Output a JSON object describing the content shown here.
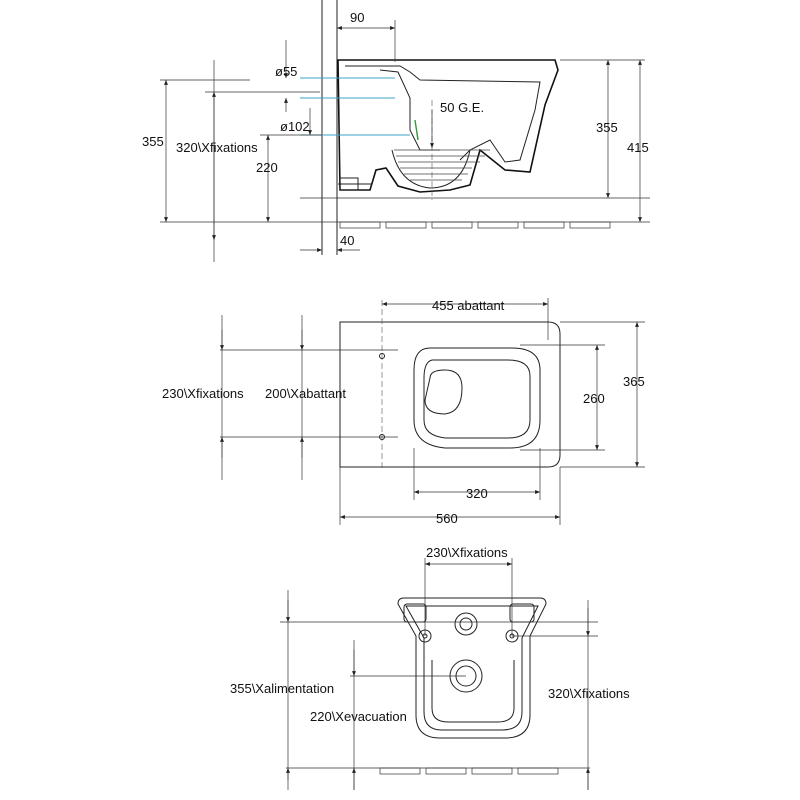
{
  "side_view": {
    "dim_top": "90",
    "dim_inlet": "ø55",
    "dim_outlet": "ø102",
    "dim_height_355": "355",
    "dim_fixings_320": "320\\Xfixations",
    "dim_220": "220",
    "dim_40": "40",
    "dim_right_355": "355",
    "dim_right_415": "415",
    "drain_label": "50 G.E."
  },
  "top_view": {
    "dim_seat_length": "455 abattant",
    "dim_fixings_230": "230\\Xfixations",
    "dim_seat_200": "200\\Xabattant",
    "dim_260": "260",
    "dim_365": "365",
    "dim_320": "320",
    "dim_560": "560"
  },
  "rear_view": {
    "dim_fixings_230": "230\\Xfixations",
    "dim_supply_355": "355\\Xalimentation",
    "dim_drain_220": "220\\Xevacuation",
    "dim_fixings_320": "320\\Xfixations"
  }
}
